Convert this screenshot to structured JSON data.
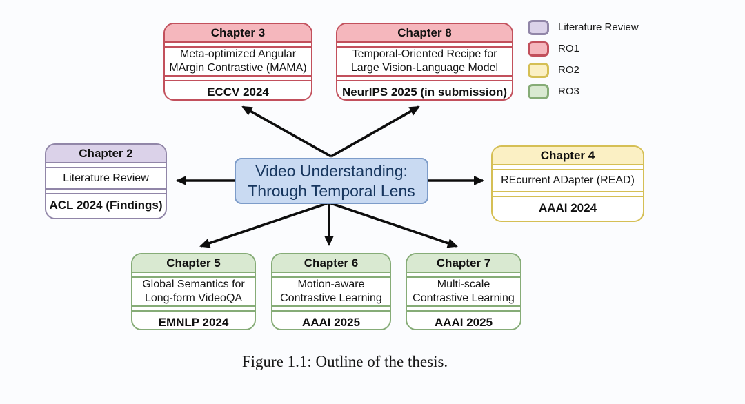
{
  "palette": {
    "lit_fill": "#dbd2e9",
    "lit_border": "#9186a8",
    "ro1_fill": "#f5b7bd",
    "ro1_border": "#c2505c",
    "ro2_fill": "#fbf0c4",
    "ro2_border": "#d5bf55",
    "ro3_fill": "#d9e9d1",
    "ro3_border": "#86ac77",
    "center_fill": "#c9daf2",
    "center_border": "#7d9cc9",
    "center_text": "#17365e",
    "arrow": "#0d0d0d"
  },
  "center_node": {
    "line1": "Video Understanding:",
    "line2": "Through Temporal Lens"
  },
  "chapters": [
    {
      "id": "chapter-3",
      "title": "Chapter 3",
      "line1": "Meta-optimized Angular",
      "line2": "MArgin Contrastive (MAMA)",
      "venue": "ECCV 2024",
      "category": "RO1"
    },
    {
      "id": "chapter-8",
      "title": "Chapter 8",
      "line1": "Temporal-Oriented Recipe for",
      "line2": "Large Vision-Language Model",
      "venue": "NeurIPS 2025 (in submission)",
      "category": "RO1"
    },
    {
      "id": "chapter-2",
      "title": "Chapter 2",
      "line1": "Literature Review",
      "line2": "",
      "venue": "ACL 2024 (Findings)",
      "category": "Literature Review"
    },
    {
      "id": "chapter-4",
      "title": "Chapter 4",
      "line1": "REcurrent ADapter (READ)",
      "line2": "",
      "venue": "AAAI 2024",
      "category": "RO2"
    },
    {
      "id": "chapter-5",
      "title": "Chapter 5",
      "line1": "Global Semantics for",
      "line2": "Long-form VideoQA",
      "venue": "EMNLP 2024",
      "category": "RO3"
    },
    {
      "id": "chapter-6",
      "title": "Chapter 6",
      "line1": "Motion-aware",
      "line2": "Contrastive Learning",
      "venue": "AAAI 2025",
      "category": "RO3"
    },
    {
      "id": "chapter-7",
      "title": "Chapter 7",
      "line1": "Multi-scale",
      "line2": "Contrastive Learning",
      "venue": "AAAI 2025",
      "category": "RO3"
    }
  ],
  "legend": {
    "items": [
      {
        "label": "Literature Review"
      },
      {
        "label": "RO1"
      },
      {
        "label": "RO2"
      },
      {
        "label": "RO3"
      }
    ]
  },
  "edges": [
    {
      "from": "center",
      "to": "chapter-3"
    },
    {
      "from": "center",
      "to": "chapter-8"
    },
    {
      "from": "center",
      "to": "chapter-2"
    },
    {
      "from": "center",
      "to": "chapter-4"
    },
    {
      "from": "center",
      "to": "chapter-5"
    },
    {
      "from": "center",
      "to": "chapter-6"
    },
    {
      "from": "center",
      "to": "chapter-7"
    }
  ],
  "figure": {
    "caption": "Figure 1.1: Outline of the thesis."
  }
}
